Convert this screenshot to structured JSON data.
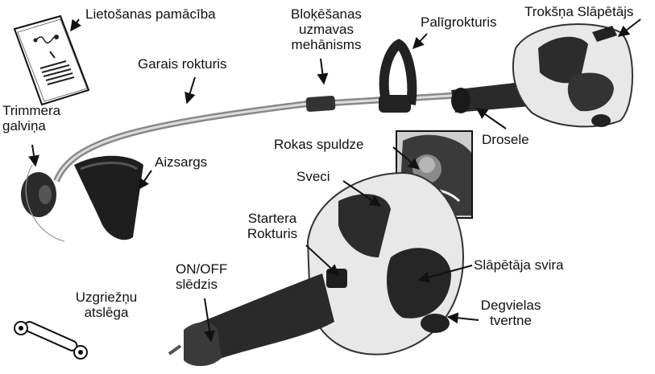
{
  "labels": {
    "manual": "Lietošanas pamācība",
    "lock_mech": [
      "Bloķēšanas",
      "uzmavas",
      "mehānisms"
    ],
    "aux_handle": "Palīgrokturis",
    "muffler": "Trokšņa Slāpētājs",
    "long_handle": "Garais rokturis",
    "trimmer_head": [
      "Trimmera",
      "galviņa"
    ],
    "guard": "Aizsargs",
    "throttle": "Drosele",
    "primer": "Rokas spuldze",
    "spark_plug": "Sveci",
    "starter": [
      "Startera",
      "Rokturis"
    ],
    "onoff": [
      "ON/OFF",
      "slēdzis"
    ],
    "choke": "Slāpētāja svira",
    "fuel_tank": [
      "Degvielas",
      "tvertne"
    ],
    "wrench": [
      "Uzgriežņu",
      "atslēga"
    ]
  }
}
